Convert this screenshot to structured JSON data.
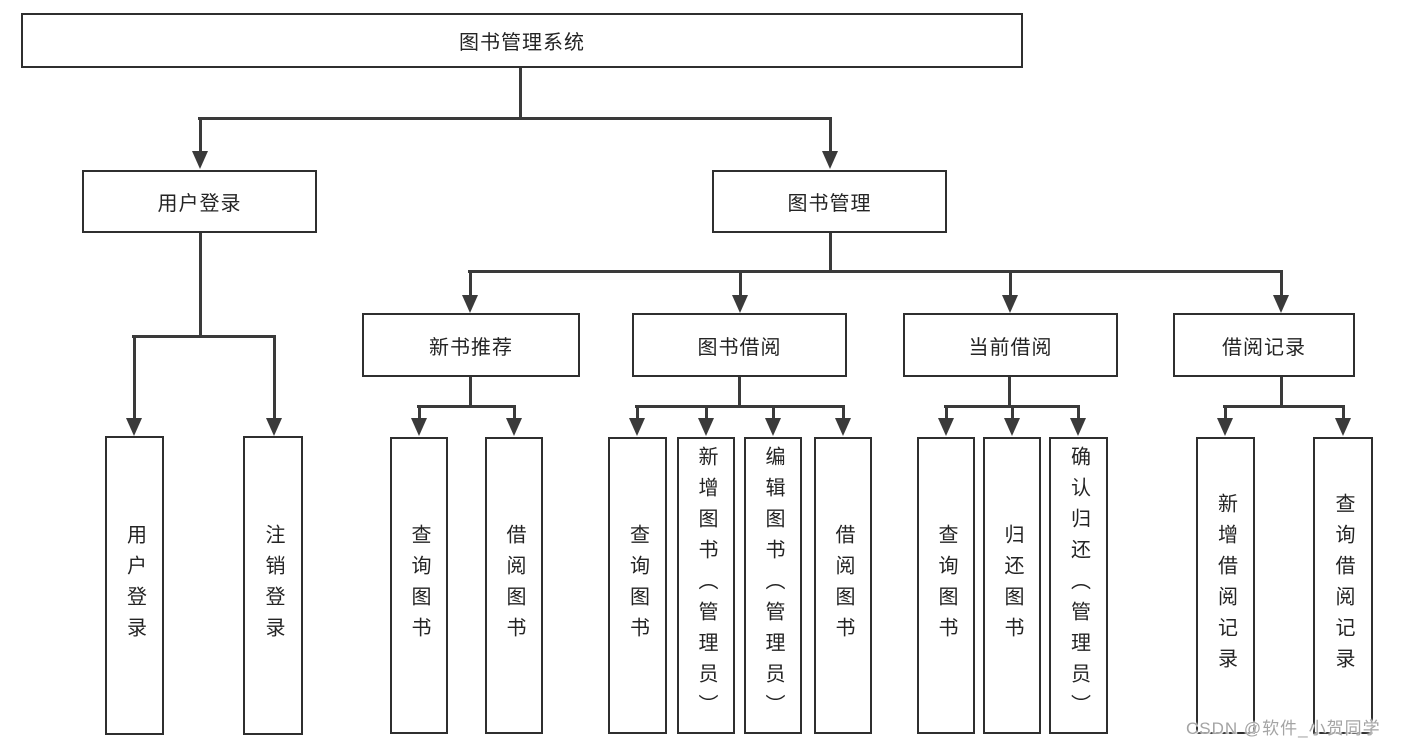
{
  "palette": {
    "background": "#ffffff",
    "line": "#3a3a3a",
    "box_border": "#2f2f2f",
    "text": "#242424",
    "watermark": "#a4a4a4"
  },
  "watermark": {
    "text": "CSDN @软件_小贺同学"
  },
  "tree": {
    "root": {
      "label": "图书管理系统"
    },
    "branches": [
      {
        "label": "用户登录",
        "children": [
          {
            "label": "用户登录"
          },
          {
            "label": "注销登录"
          }
        ]
      },
      {
        "label": "图书管理",
        "children": [
          {
            "label": "新书推荐",
            "children": [
              {
                "label": "查询图书"
              },
              {
                "label": "借阅图书"
              }
            ]
          },
          {
            "label": "图书借阅",
            "children": [
              {
                "label": "查询图书"
              },
              {
                "label": "新增图书（管理员）"
              },
              {
                "label": "编辑图书（管理员）"
              },
              {
                "label": "借阅图书"
              }
            ]
          },
          {
            "label": "当前借阅",
            "children": [
              {
                "label": "查询图书"
              },
              {
                "label": "归还图书"
              },
              {
                "label": "确认归还（管理员）"
              }
            ]
          },
          {
            "label": "借阅记录",
            "children": [
              {
                "label": "新增借阅记录"
              },
              {
                "label": "查询借阅记录"
              }
            ]
          }
        ]
      }
    ]
  }
}
